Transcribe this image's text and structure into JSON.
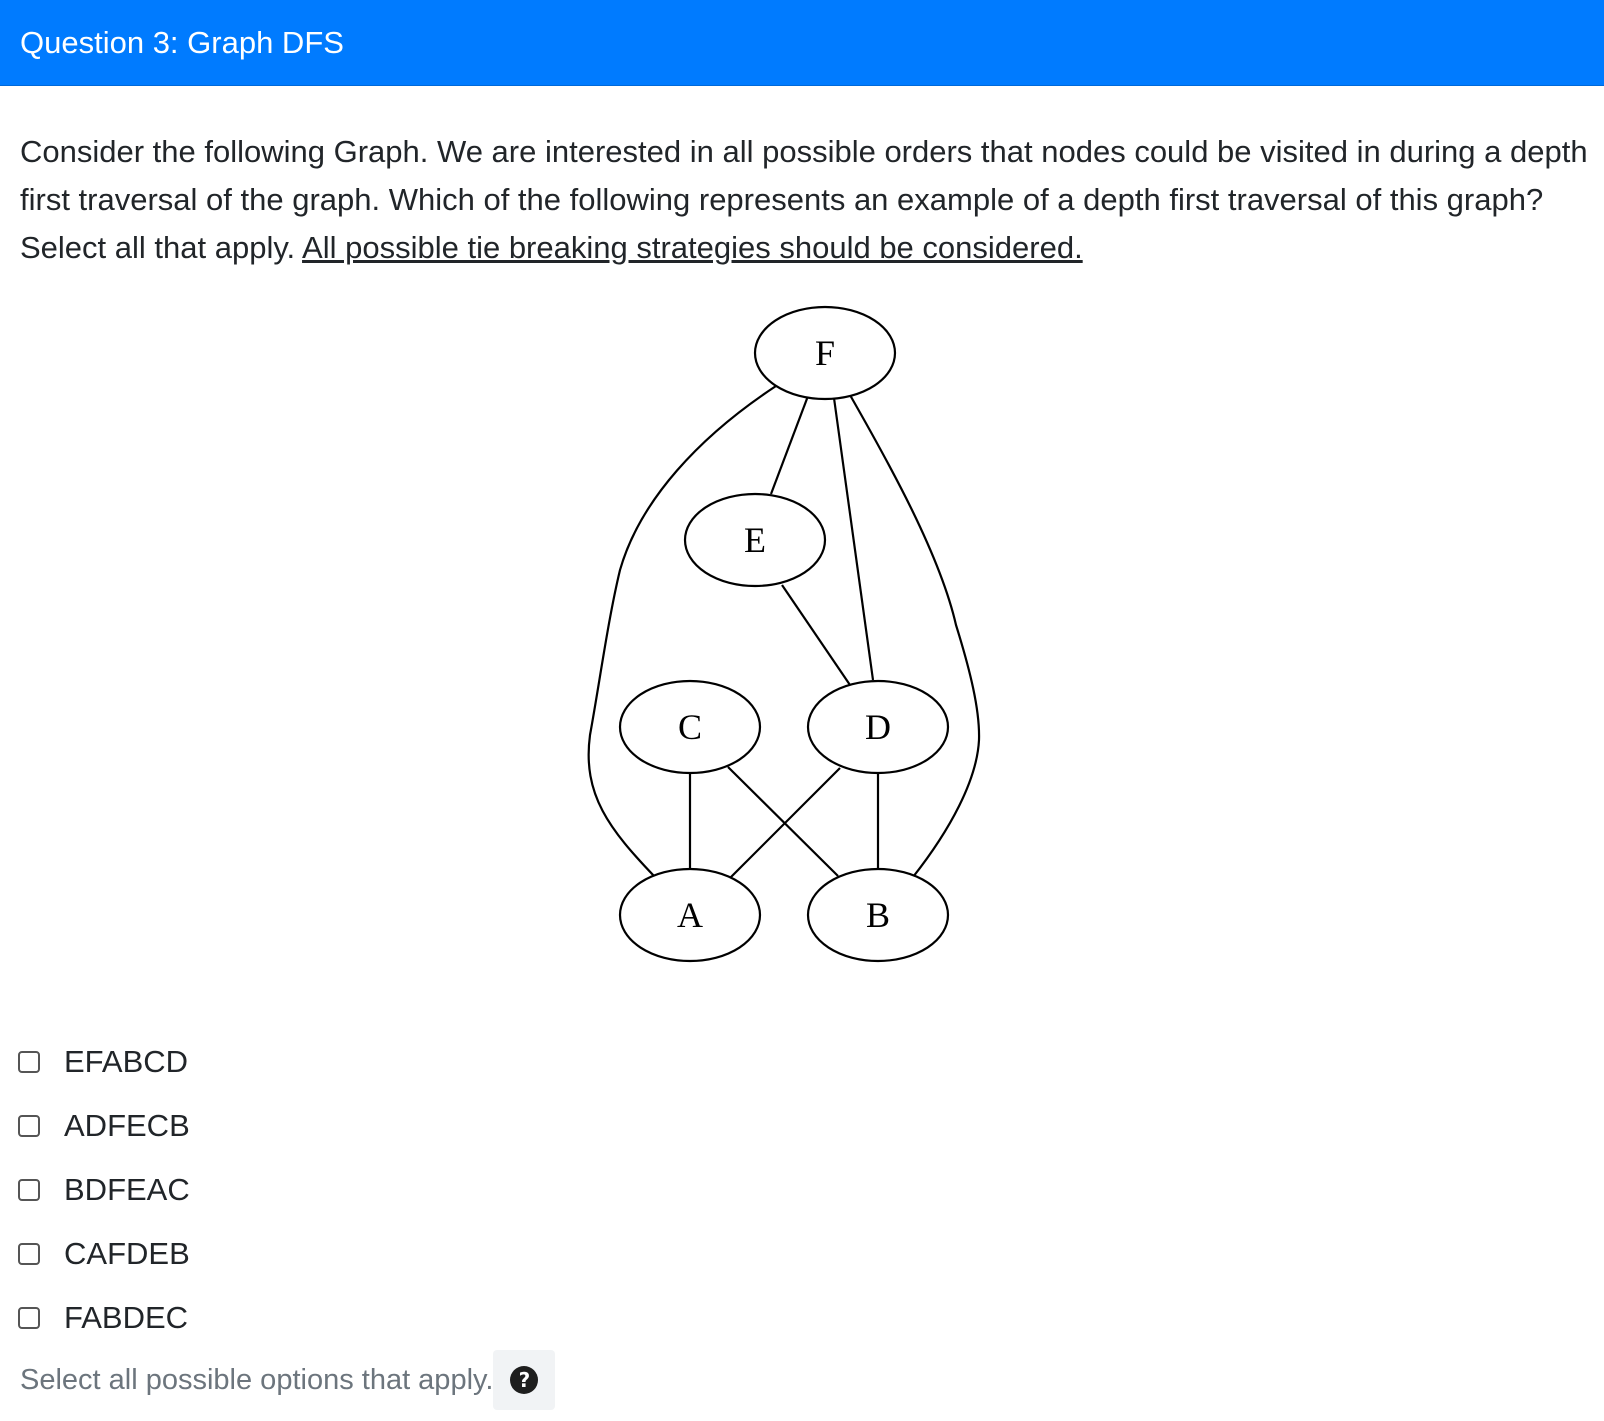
{
  "header": {
    "title": "Question 3: Graph DFS"
  },
  "prompt": {
    "text": "Consider the following Graph. We are interested in all possible orders that nodes could be visited in during a depth first traversal of the graph. Which of the following represents an example of a depth first traversal of this graph? Select all that apply.",
    "emphasis": "All possible tie breaking strategies should be considered."
  },
  "graph": {
    "nodes": [
      "F",
      "E",
      "C",
      "D",
      "A",
      "B"
    ],
    "edges": [
      [
        "F",
        "E"
      ],
      [
        "F",
        "D"
      ],
      [
        "F",
        "A"
      ],
      [
        "F",
        "B"
      ],
      [
        "E",
        "D"
      ],
      [
        "C",
        "A"
      ],
      [
        "C",
        "B"
      ],
      [
        "D",
        "A"
      ],
      [
        "D",
        "B"
      ]
    ]
  },
  "options": [
    {
      "label": "EFABCD",
      "checked": false
    },
    {
      "label": "ADFECB",
      "checked": false
    },
    {
      "label": "BDFEAC",
      "checked": false
    },
    {
      "label": "CAFDEB",
      "checked": false
    },
    {
      "label": "FABDEC",
      "checked": false
    }
  ],
  "hint": {
    "text": "Select all possible options that apply.",
    "icon": "question-circle-icon",
    "icon_glyph": "?"
  }
}
